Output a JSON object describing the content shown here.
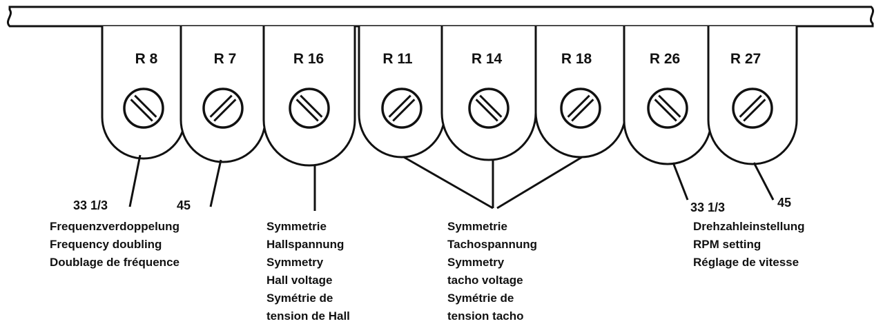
{
  "potentiometers": [
    {
      "label": "R 8"
    },
    {
      "label": "R 7"
    },
    {
      "label": "R 16"
    },
    {
      "label": "R 11"
    },
    {
      "label": "R 14"
    },
    {
      "label": "R 18"
    },
    {
      "label": "R 26"
    },
    {
      "label": "R 27"
    }
  ],
  "values": {
    "left_low": "33 1/3",
    "left_high": "45",
    "right_low": "33 1/3",
    "right_high": "45"
  },
  "captions": {
    "frequency": [
      "Frequenzverdoppelung",
      "Frequency doubling",
      "Doublage de fréquence"
    ],
    "hall": [
      "Symmetrie",
      "Hallspannung",
      "Symmetry",
      "Hall voltage",
      "Symétrie de",
      "tension de Hall"
    ],
    "tacho": [
      "Symmetrie",
      "Tachospannung",
      "Symmetry",
      "tacho voltage",
      "Symétrie de",
      "tension tacho"
    ],
    "rpm": [
      "Drehzahleinstellung",
      "RPM setting",
      "Réglage de vitesse"
    ]
  }
}
